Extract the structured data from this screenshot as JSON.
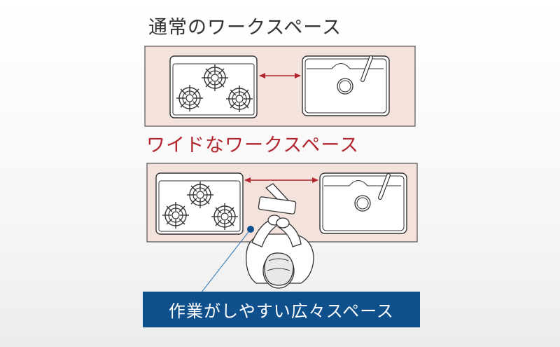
{
  "titles": {
    "normal": "通常のワークスペース",
    "wide": "ワイドなワークスペース"
  },
  "caption": "作業がしやすい広々スペース",
  "colors": {
    "counter_fill": "#f3e3dc",
    "outline": "#333333",
    "arrow": "#b3262f",
    "caption_bg": "#0f4f8c",
    "wide_title": "#b3262f",
    "pointer": "#1f6fb5"
  },
  "icons": [
    "gas-burner-icon",
    "sink-icon",
    "double-arrow-icon",
    "person-icon"
  ]
}
